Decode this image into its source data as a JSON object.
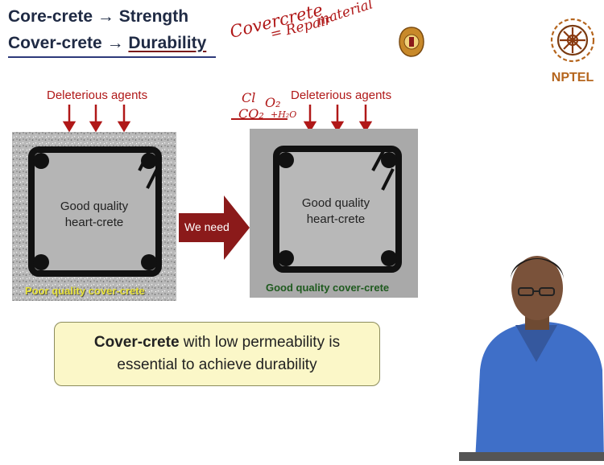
{
  "title": {
    "line1_a": "Core-crete",
    "line1_arrow": "→",
    "line1_b": "Strength",
    "line2_a": "Cover-crete",
    "line2_arrow": "→",
    "line2_b": "Durability"
  },
  "handwriting": {
    "note_word": "Covercrete",
    "note_eq": "= Repair",
    "note_material": "material",
    "cl": "Cl",
    "co2": "CO₂",
    "o2": "O₂",
    "h2o": "+H₂O"
  },
  "logo": {
    "name": "NPTEL"
  },
  "diagram": {
    "left_agents": "Deleterious agents",
    "right_agents": "Deleterious agents",
    "left_core": [
      "Good quality",
      "heart-crete"
    ],
    "right_core": [
      "Good quality",
      "heart-crete"
    ],
    "arrow_label": "We need",
    "left_cover": "Poor quality cover-crete",
    "right_cover": "Good quality cover-crete"
  },
  "callout": {
    "bold": "Cover-crete",
    "rest": " with low permeability is",
    "line2": "essential to achieve durability"
  },
  "colors": {
    "title": "#1f2a44",
    "agents": "#b01818",
    "arrow": "#8b1a1a",
    "callout_bg": "#fbf7c8",
    "poor_cover_text": "#e8e23a",
    "good_cover_text": "#1e5a1e",
    "nptel_text": "#b5651d"
  }
}
